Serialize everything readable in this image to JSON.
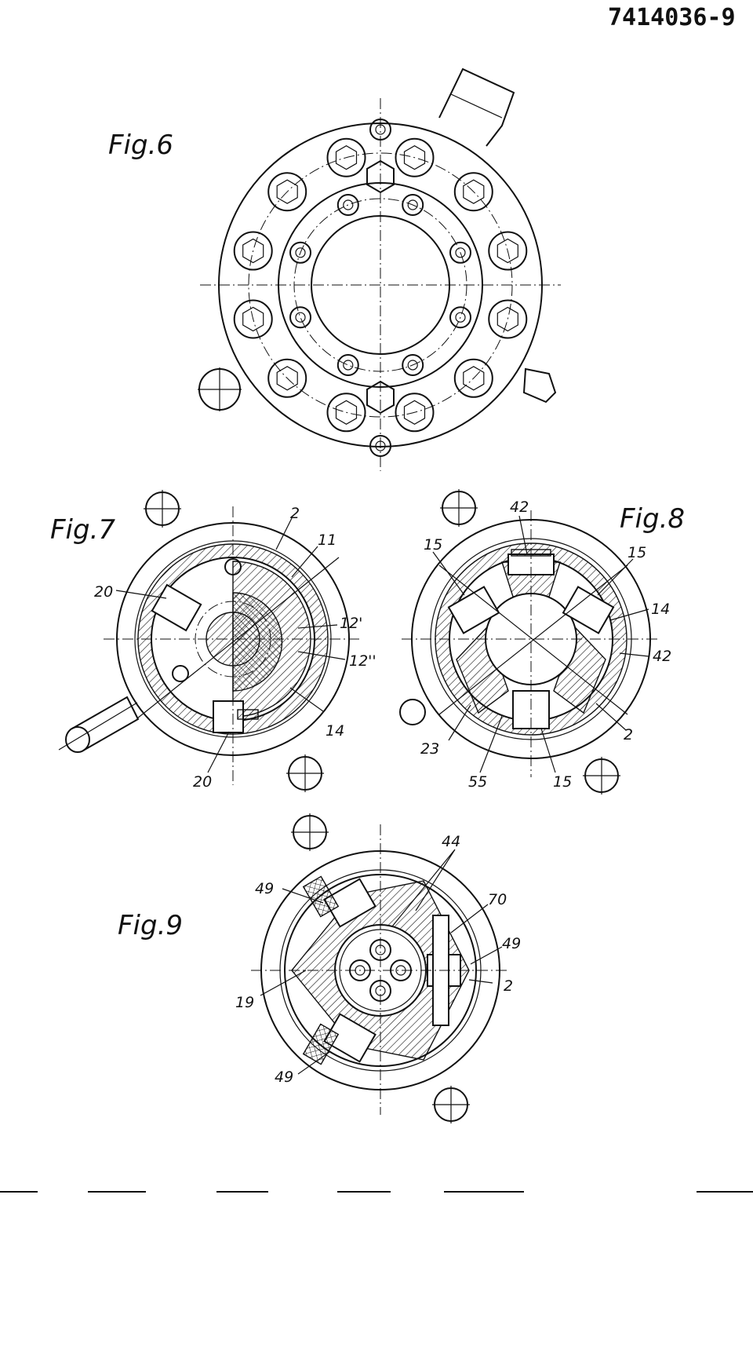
{
  "document": {
    "number": "7414036-9"
  },
  "figures": [
    {
      "id": "fig6",
      "label": "Fig.6",
      "refs": []
    },
    {
      "id": "fig7",
      "label": "Fig.7",
      "refs": [
        "2",
        "11",
        "20",
        "12'",
        "12''",
        "14",
        "20"
      ]
    },
    {
      "id": "fig8",
      "label": "Fig.8",
      "refs": [
        "42",
        "15",
        "15",
        "14",
        "42",
        "2",
        "23",
        "55",
        "15"
      ]
    },
    {
      "id": "fig9",
      "label": "Fig.9",
      "refs": [
        "44",
        "49",
        "70",
        "49",
        "2",
        "19",
        "49"
      ]
    }
  ]
}
